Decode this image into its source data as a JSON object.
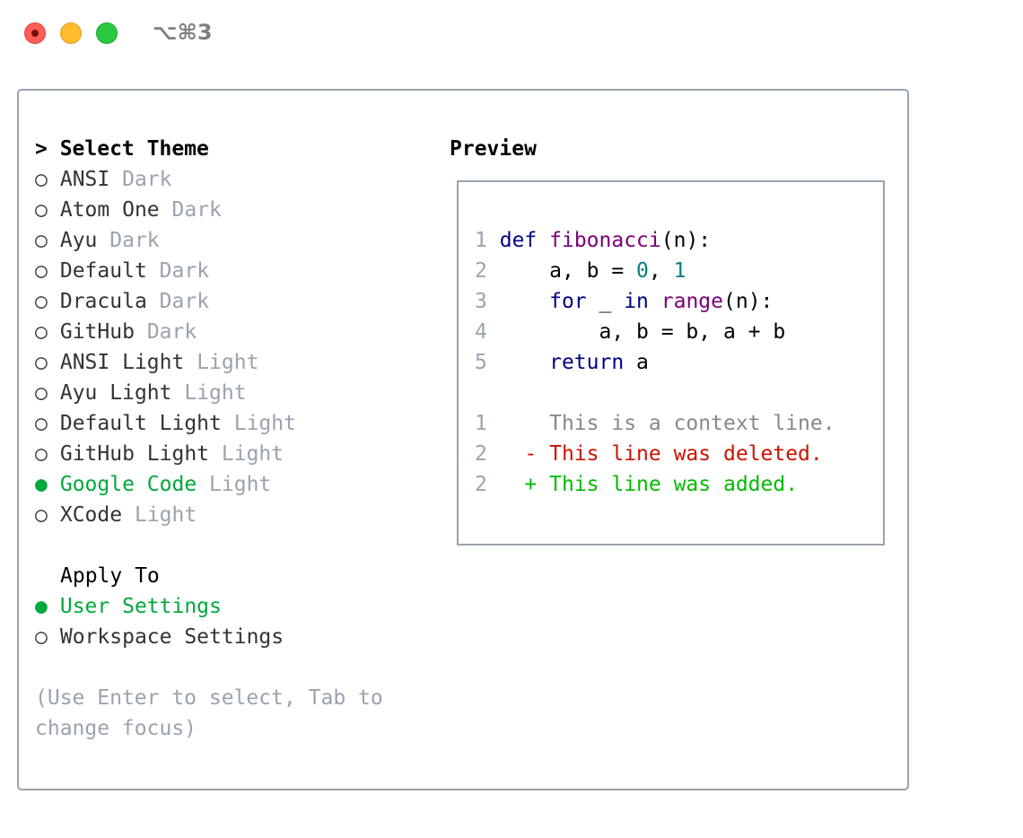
{
  "window": {
    "title": "⌥⌘3"
  },
  "select_theme": {
    "heading": "> Select Theme",
    "items": [
      {
        "name": "ANSI",
        "type": "Dark",
        "selected": false
      },
      {
        "name": "Atom One",
        "type": "Dark",
        "selected": false
      },
      {
        "name": "Ayu",
        "type": "Dark",
        "selected": false
      },
      {
        "name": "Default",
        "type": "Dark",
        "selected": false
      },
      {
        "name": "Dracula",
        "type": "Dark",
        "selected": false
      },
      {
        "name": "GitHub",
        "type": "Dark",
        "selected": false
      },
      {
        "name": "ANSI Light",
        "type": "Light",
        "selected": false
      },
      {
        "name": "Ayu Light",
        "type": "Light",
        "selected": false
      },
      {
        "name": "Default Light",
        "type": "Light",
        "selected": false
      },
      {
        "name": "GitHub Light",
        "type": "Light",
        "selected": false
      },
      {
        "name": "Google Code",
        "type": "Light",
        "selected": true
      },
      {
        "name": "XCode",
        "type": "Light",
        "selected": false
      }
    ]
  },
  "apply_to": {
    "heading": "Apply To",
    "items": [
      {
        "name": "User Settings",
        "selected": true
      },
      {
        "name": "Workspace Settings",
        "selected": false
      }
    ]
  },
  "hint": [
    "(Use Enter to select, Tab to",
    "change focus)"
  ],
  "radio_glyphs": {
    "on": "●",
    "off": "○"
  },
  "preview": {
    "title": "Preview",
    "code": [
      {
        "n": "1",
        "tokens": [
          "def",
          " ",
          "fibonacci",
          "(n):"
        ]
      },
      {
        "n": "2",
        "tokens": [
          "    a, b = ",
          "0",
          ", ",
          "1"
        ]
      },
      {
        "n": "3",
        "tokens": [
          "    ",
          "for",
          " _ ",
          "in",
          " ",
          "range",
          "(n):"
        ]
      },
      {
        "n": "4",
        "tokens": [
          "        a, b = b, a + b"
        ]
      },
      {
        "n": "5",
        "tokens": [
          "    ",
          "return",
          " a"
        ]
      }
    ],
    "diff": [
      {
        "n": "1",
        "prefix": "     ",
        "text": "This is a context line."
      },
      {
        "n": "2",
        "prefix": "   - ",
        "text": "This line was deleted."
      },
      {
        "n": "2",
        "prefix": "   + ",
        "text": "This line was added."
      }
    ]
  },
  "colors": {
    "selected": "#00a83a",
    "muted": "#9aa3ad",
    "keyword": "#000080",
    "function": "#770077",
    "number": "#008080",
    "deleted": "#cc1100",
    "added": "#00bb00"
  }
}
